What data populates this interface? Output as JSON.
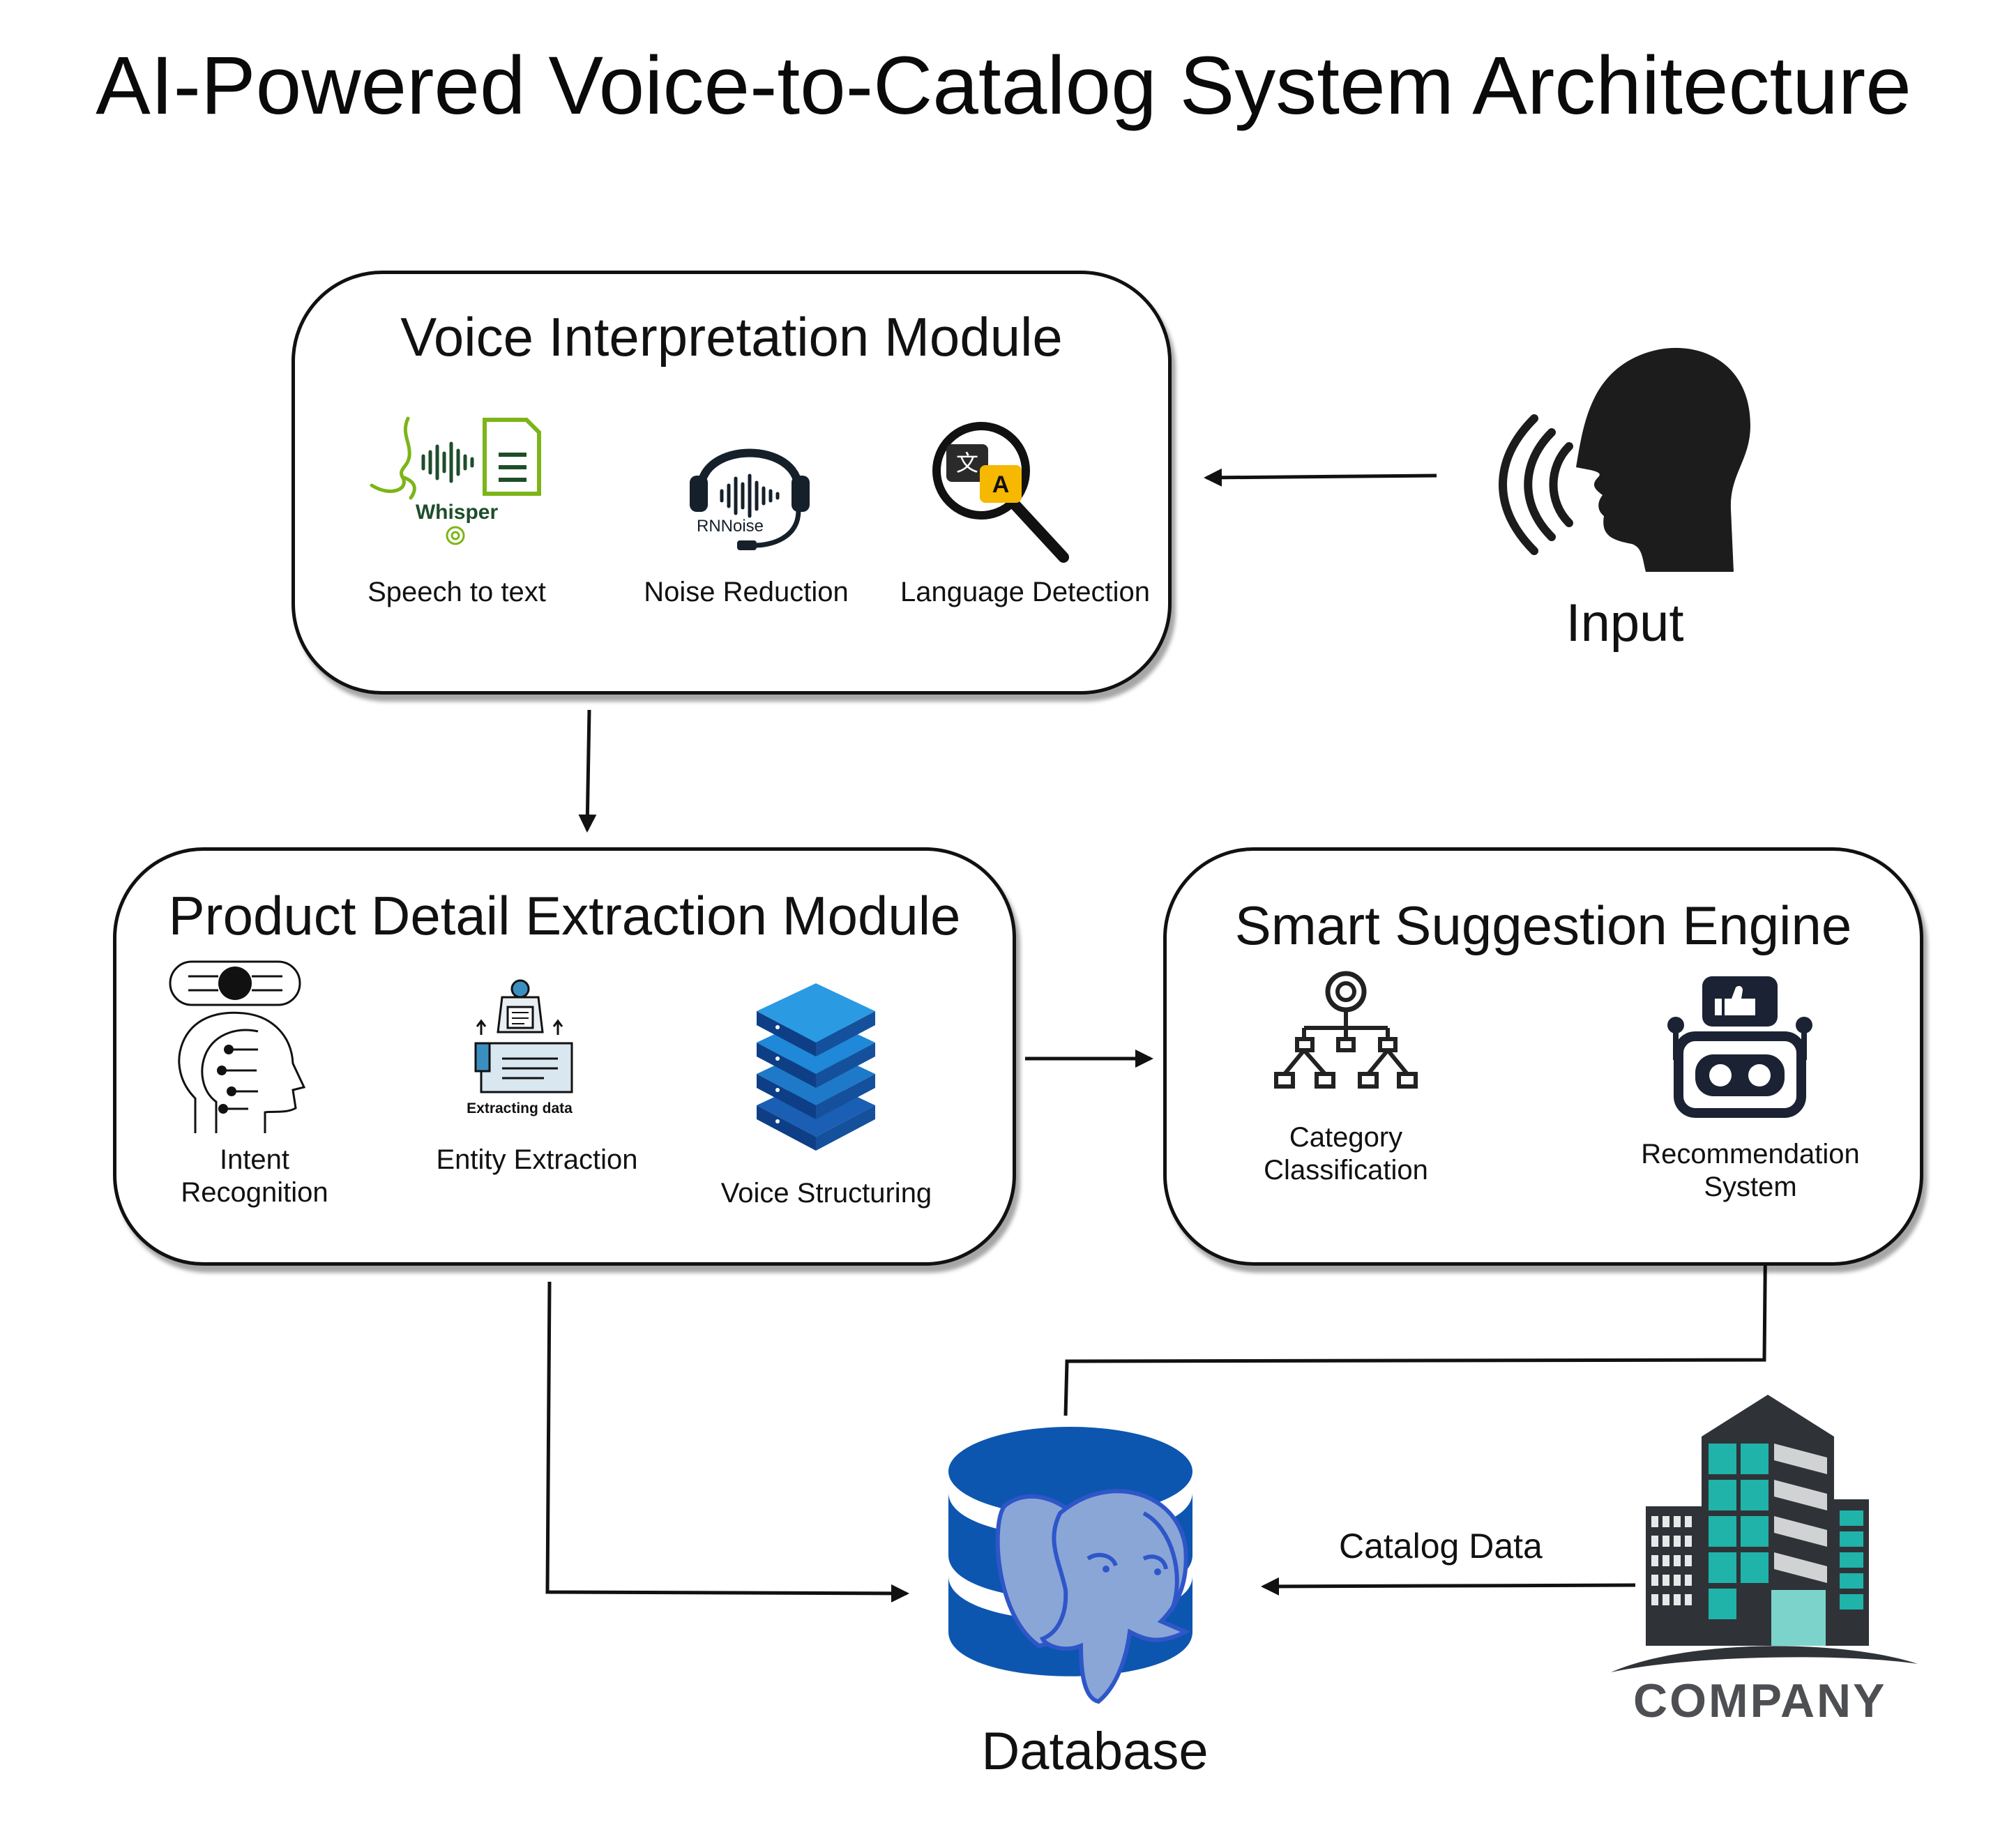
{
  "title": "AI-Powered Voice-to-Catalog System Architecture",
  "modules": {
    "voice": {
      "title": "Voice Interpretation Module",
      "steps": [
        {
          "label": "Speech to text",
          "icon_text": "Whisper"
        },
        {
          "label": "Noise Reduction",
          "icon_text": "RNNoise"
        },
        {
          "label": "Language Detection",
          "icon_text": "A"
        }
      ]
    },
    "extraction": {
      "title": "Product Detail Extraction Module",
      "steps": [
        {
          "label_line1": "Intent",
          "label_line2": "Recognition"
        },
        {
          "label": "Entity Extraction",
          "icon_text": "Extracting data"
        },
        {
          "label": "Voice Structuring"
        }
      ]
    },
    "suggestion": {
      "title": "Smart Suggestion Engine",
      "steps": [
        {
          "label_line1": "Category",
          "label_line2": "Classification"
        },
        {
          "label_line1": "Recommendation",
          "label_line2": "System"
        }
      ]
    }
  },
  "nodes": {
    "input": {
      "label": "Input"
    },
    "database": {
      "label": "Database"
    },
    "company": {
      "label": "COMPANY"
    }
  },
  "edges": {
    "catalog_label": "Catalog Data"
  },
  "colors": {
    "whisper_green": "#7cb518",
    "whisper_dark": "#1e4d2b",
    "db_blue": "#0d56b0",
    "elephant": "#8aa6d6",
    "elephant_stroke": "#2f56c9",
    "server_blue": "#1f79c9",
    "building_teal": "#1fb3aa",
    "building_dark": "#2f3338"
  },
  "icons": {
    "speech": "whisper-speech-icon",
    "noise": "headphones-icon",
    "language": "translate-magnifier-icon",
    "intent": "ai-head-icon",
    "entity": "extracting-data-icon",
    "voice_struct": "server-stack-icon",
    "category": "hierarchy-icon",
    "recommendation": "robot-icon",
    "input": "speaking-head-icon",
    "database": "postgres-database-icon",
    "company": "building-icon"
  }
}
